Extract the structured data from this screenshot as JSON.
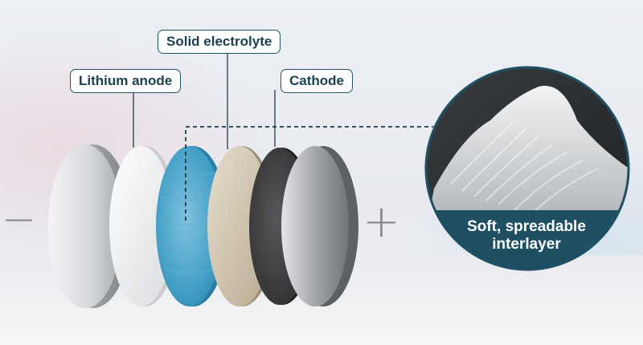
{
  "labels": {
    "solid_electrolyte": "Solid electrolyte",
    "lithium_anode": "Lithium anode",
    "cathode": "Cathode"
  },
  "signs": {
    "negative": "−",
    "positive": "+"
  },
  "callout": {
    "line1": "Soft, spreadable",
    "line2": "interlayer"
  },
  "colors": {
    "label_border": "#1f5668",
    "label_text": "#1b4151",
    "leader_line": "#1e3c4a",
    "callout_band": "#1f4f63",
    "interlayer_blue": "#3f9cc4",
    "electrolyte_beige": "#cfc3ad",
    "cathode_dark": "#3a3a3c"
  }
}
